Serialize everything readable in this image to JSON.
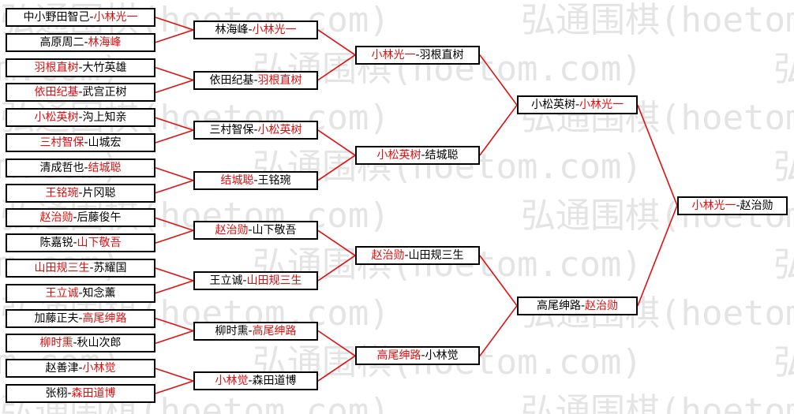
{
  "watermark": {
    "text": "弘通围棋(hoetom.com)"
  },
  "rounds": [
    [
      {
        "winner_side": "b",
        "a": "中小野田智己",
        "b": "小林光一"
      },
      {
        "winner_side": "b",
        "a": "高原周二",
        "b": "林海峰"
      },
      {
        "winner_side": "a",
        "a": "羽根直树",
        "b": "大竹英雄"
      },
      {
        "winner_side": "a",
        "a": "依田纪基",
        "b": "武宫正树"
      },
      {
        "winner_side": "a",
        "a": "小松英树",
        "b": "沟上知亲"
      },
      {
        "winner_side": "a",
        "a": "三村智保",
        "b": "山城宏"
      },
      {
        "winner_side": "b",
        "a": "清成哲也",
        "b": "结城聪"
      },
      {
        "winner_side": "a",
        "a": "王铭琬",
        "b": "片冈聪"
      },
      {
        "winner_side": "a",
        "a": "赵治勋",
        "b": "后藤俊午"
      },
      {
        "winner_side": "b",
        "a": "陈嘉锐",
        "b": "山下敬吾"
      },
      {
        "winner_side": "a",
        "a": "山田规三生",
        "b": "苏耀国"
      },
      {
        "winner_side": "a",
        "a": "王立诚",
        "b": "知念薰"
      },
      {
        "winner_side": "b",
        "a": "加藤正夫",
        "b": "高尾绅路"
      },
      {
        "winner_side": "a",
        "a": "柳时熏",
        "b": "秋山次郎"
      },
      {
        "winner_side": "b",
        "a": "赵善津",
        "b": "小林觉"
      },
      {
        "winner_side": "b",
        "a": "张栩",
        "b": "森田道博"
      }
    ],
    [
      {
        "winner_side": "b",
        "a": "林海峰",
        "b": "小林光一"
      },
      {
        "winner_side": "b",
        "a": "依田纪基",
        "b": "羽根直树"
      },
      {
        "winner_side": "b",
        "a": "三村智保",
        "b": "小松英树"
      },
      {
        "winner_side": "a",
        "a": "结城聪",
        "b": "王铭琬"
      },
      {
        "winner_side": "a",
        "a": "赵治勋",
        "b": "山下敬吾"
      },
      {
        "winner_side": "b",
        "a": "王立诚",
        "b": "山田规三生"
      },
      {
        "winner_side": "b",
        "a": "柳时熏",
        "b": "高尾绅路"
      },
      {
        "winner_side": "a",
        "a": "小林觉",
        "b": "森田道博"
      }
    ],
    [
      {
        "winner_side": "a",
        "a": "小林光一",
        "b": "羽根直树"
      },
      {
        "winner_side": "a",
        "a": "小松英树",
        "b": "结城聪"
      },
      {
        "winner_side": "a",
        "a": "赵治勋",
        "b": "山田规三生"
      },
      {
        "winner_side": "a",
        "a": "高尾绅路",
        "b": "小林觉"
      }
    ],
    [
      {
        "winner_side": "b",
        "a": "小松英树",
        "b": "小林光一"
      },
      {
        "winner_side": "b",
        "a": "高尾绅路",
        "b": "赵治勋"
      }
    ],
    [
      {
        "winner_side": "a",
        "a": "小林光一",
        "b": "赵治勋"
      }
    ]
  ],
  "colors": {
    "winner": "#e01010",
    "loser": "#000000",
    "line": "#e01010",
    "watermark": "#e4e4e4"
  }
}
